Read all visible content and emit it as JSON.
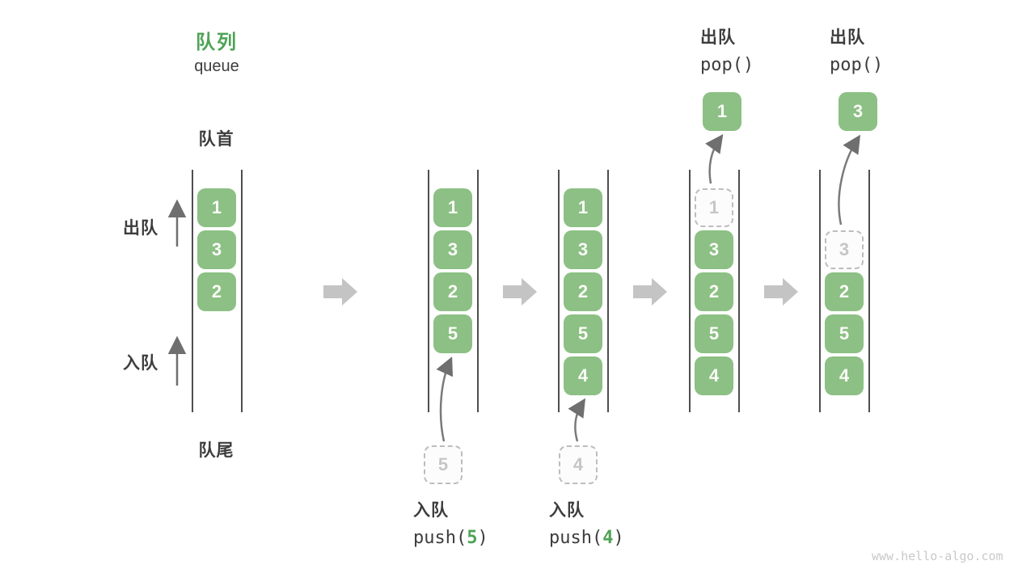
{
  "title": {
    "zh": "队列",
    "en": "queue"
  },
  "side_labels": {
    "front": "队首",
    "rear": "队尾",
    "dequeue": "出队",
    "enqueue": "入队"
  },
  "ops": {
    "push5": {
      "label": "入队",
      "fn": "push(",
      "arg": "5",
      "close": ")"
    },
    "push4": {
      "label": "入队",
      "fn": "push(",
      "arg": "4",
      "close": ")"
    },
    "pop_first": {
      "label": "出队",
      "code": "pop()"
    },
    "pop_second": {
      "label": "出队",
      "code": "pop()"
    }
  },
  "popped": [
    {
      "v": "1"
    },
    {
      "v": "3"
    }
  ],
  "staged": [
    {
      "v": "5"
    },
    {
      "v": "4"
    }
  ],
  "columns": [
    {
      "slots": [
        {
          "v": "1",
          "state": "filled"
        },
        {
          "v": "3",
          "state": "filled"
        },
        {
          "v": "2",
          "state": "filled"
        }
      ]
    },
    {
      "slots": [
        {
          "v": "1",
          "state": "filled"
        },
        {
          "v": "3",
          "state": "filled"
        },
        {
          "v": "2",
          "state": "filled"
        },
        {
          "v": "5",
          "state": "filled"
        }
      ]
    },
    {
      "slots": [
        {
          "v": "1",
          "state": "filled"
        },
        {
          "v": "3",
          "state": "filled"
        },
        {
          "v": "2",
          "state": "filled"
        },
        {
          "v": "5",
          "state": "filled"
        },
        {
          "v": "4",
          "state": "filled"
        }
      ]
    },
    {
      "slots": [
        {
          "v": "1",
          "state": "removed"
        },
        {
          "v": "3",
          "state": "filled"
        },
        {
          "v": "2",
          "state": "filled"
        },
        {
          "v": "5",
          "state": "filled"
        },
        {
          "v": "4",
          "state": "filled"
        }
      ]
    },
    {
      "slots": [
        {
          "v": "3",
          "state": "removed"
        },
        {
          "v": "2",
          "state": "filled"
        },
        {
          "v": "5",
          "state": "filled"
        },
        {
          "v": "4",
          "state": "filled"
        }
      ]
    }
  ],
  "watermark": "www.hello-algo.com",
  "colors": {
    "box_green": "#8cc084",
    "accent_green": "#4fa357",
    "text_dark": "#3d3d3d",
    "muted_gray": "#c6c6c6",
    "flow_arrow": "#c4c4c4",
    "thin_arrow": "#6f6f6f",
    "wall_line": "#4e4e4e"
  }
}
